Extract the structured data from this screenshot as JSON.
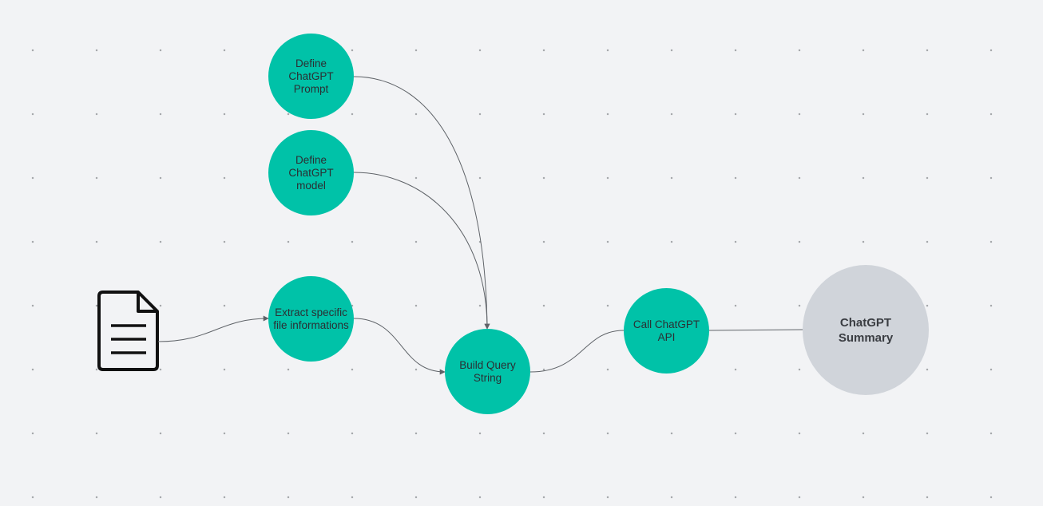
{
  "diagram": {
    "nodes": {
      "define_prompt": "Define\nChatGPT\nPrompt",
      "define_model": "Define\nChatGPT\nmodel",
      "extract_info": "Extract specific\nfile informations",
      "build_query": "Build Query\nString",
      "call_api": "Call ChatGPT\nAPI",
      "summary": "ChatGPT\nSummary"
    },
    "icons": {
      "source": "document-icon"
    },
    "colors": {
      "node_fill": "#00c2a8",
      "output_fill": "#d0d4da",
      "edge": "#5f6368",
      "background": "#f2f3f5"
    }
  }
}
